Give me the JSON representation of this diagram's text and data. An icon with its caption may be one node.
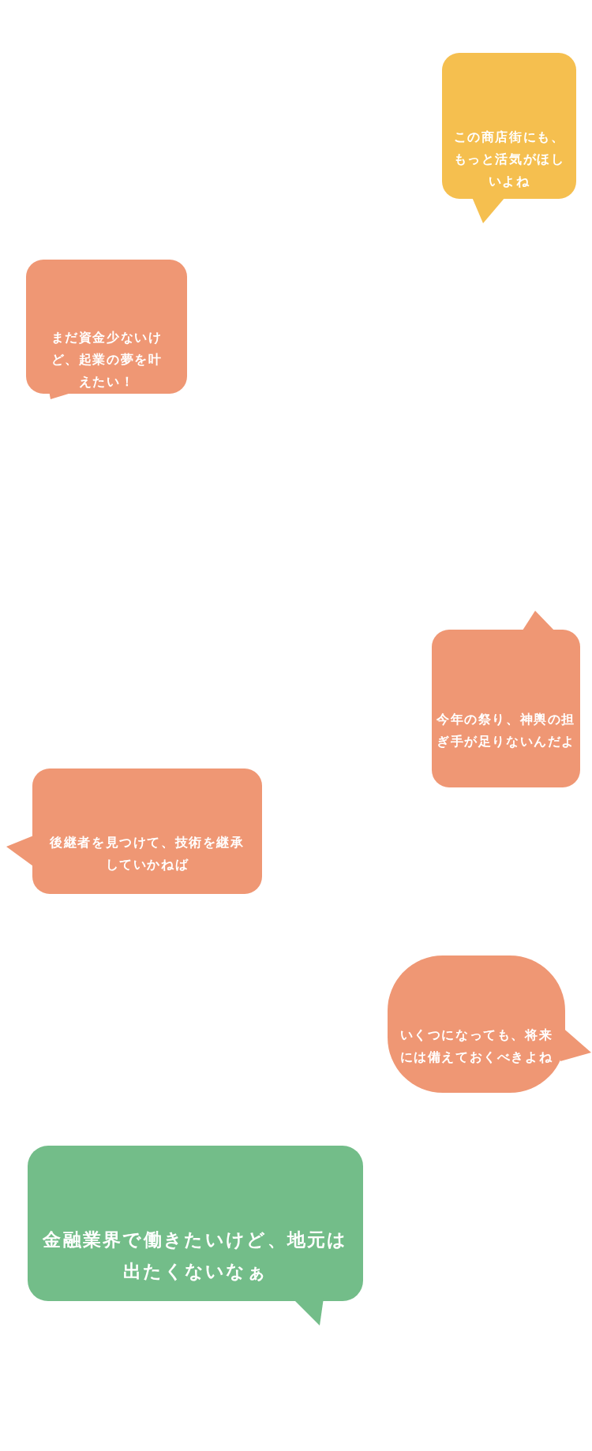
{
  "diagram": {
    "nodes": [
      {
        "text": [
          "この商店街にも、もっと活気がほしいよね"
        ]
      },
      {
        "text": [
          "まだ資金少ないけど、起業の夢を叶えたい！"
        ]
      },
      {
        "text": [
          "今年の祭り、神輿の担ぎ手が足りないんだよ"
        ]
      },
      {
        "text": [
          "後継者を見つけて、技術を継承していかねば"
        ]
      },
      {
        "text": [
          "いくつになっても、将来には備えておくべきよね"
        ]
      },
      {
        "text": [
          "金融業界で働きたいけど、地元は出たくないなぁ"
        ]
      }
    ]
  }
}
